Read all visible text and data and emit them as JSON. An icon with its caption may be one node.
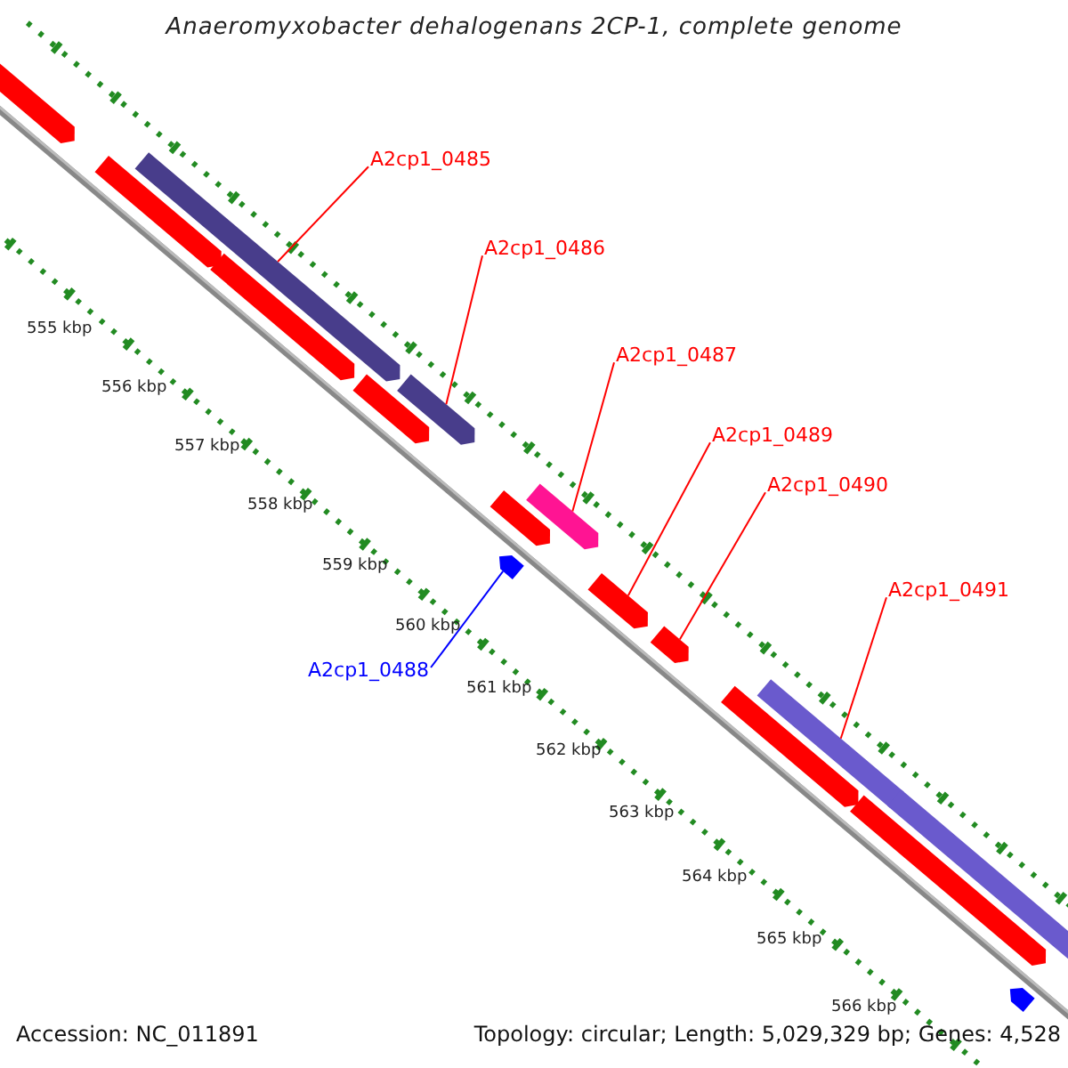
{
  "diagram": {
    "title": "Anaeromyxobacter dehalogenans 2CP-1, complete genome",
    "nodes": [
      {
        "text": [
          "A2cp1_0485"
        ]
      },
      {
        "text": [
          "A2cp1_0486"
        ]
      },
      {
        "text": [
          "A2cp1_0487"
        ]
      },
      {
        "text": [
          "A2cp1_0489"
        ]
      },
      {
        "text": [
          "A2cp1_0490"
        ]
      },
      {
        "text": [
          "A2cp1_0491"
        ]
      },
      {
        "text": [
          "A2cp1_0488"
        ]
      },
      {
        "text": [],
        "shape": "bar"
      },
      {
        "text": [],
        "shape": "bar"
      },
      {
        "text": [],
        "shape": "bar"
      },
      {
        "text": [],
        "shape": "bar"
      },
      {
        "text": [],
        "shape": "bar"
      },
      {
        "text": [],
        "shape": "bar"
      },
      {
        "text": [],
        "shape": "bar"
      },
      {
        "text": [],
        "shape": "bar"
      },
      {
        "text": [],
        "shape": "bar"
      },
      {
        "text": [],
        "shape": "bar"
      },
      {
        "text": [],
        "shape": "bar"
      },
      {
        "text": [],
        "shape": "bar"
      },
      {
        "text": [],
        "shape": "bar"
      },
      {
        "text": [],
        "shape": "bar"
      },
      {
        "text": [],
        "shape": "bar"
      },
      {
        "text": [],
        "shape": "bar"
      }
    ],
    "edges": [
      {
        "from": 0,
        "to": 9,
        "arrow": "none"
      },
      {
        "from": 1,
        "to": 12,
        "arrow": "none"
      },
      {
        "from": 2,
        "to": 14,
        "arrow": "none"
      },
      {
        "from": 3,
        "to": 16,
        "arrow": "none"
      },
      {
        "from": 4,
        "to": 17,
        "arrow": "none"
      },
      {
        "from": 5,
        "to": 19,
        "arrow": "none"
      },
      {
        "from": 6,
        "to": 15,
        "arrow": "none",
        "color": "#0000ff"
      }
    ],
    "labels": [
      "555 kbp",
      "556 kbp",
      "557 kbp",
      "558 kbp",
      "559 kbp",
      "560 kbp",
      "561 kbp",
      "562 kbp",
      "563 kbp",
      "564 kbp",
      "565 kbp",
      "566 kbp",
      "Accession: NC_011891",
      "Topology: circular; Length: 5,029,329 bp; Genes: 4,528"
    ]
  }
}
